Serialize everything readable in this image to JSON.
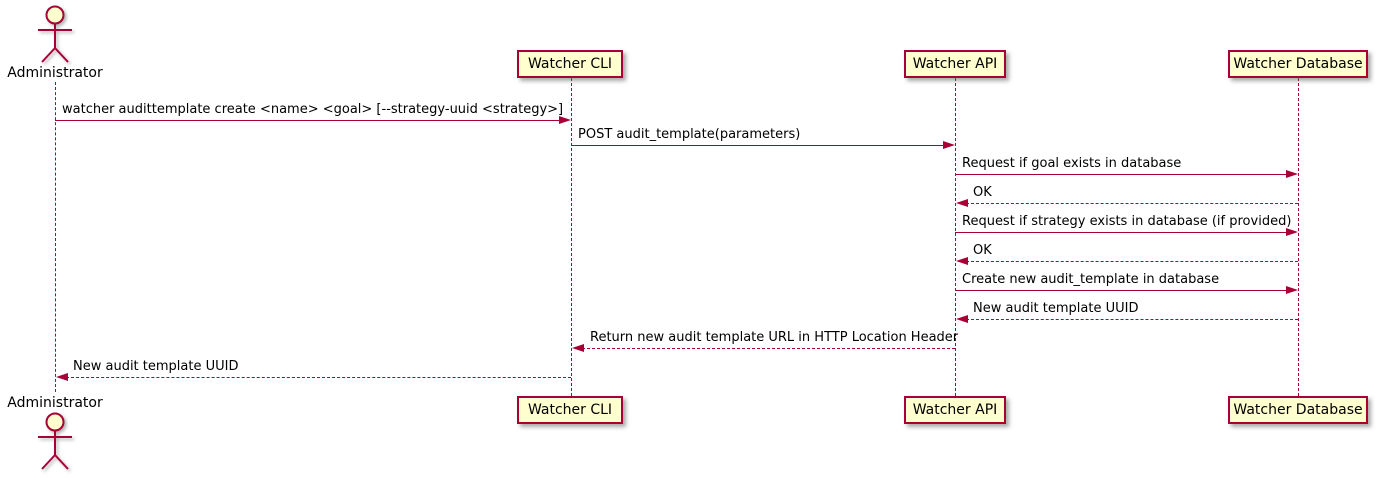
{
  "diagram": {
    "type": "sequence-diagram",
    "colors": {
      "line": "#A80036",
      "participant_fill": "#FEFECE",
      "participant_border": "#A80036",
      "text": "#000000",
      "background": "#FFFFFF"
    },
    "actor": {
      "name": "Administrator"
    },
    "participants": [
      {
        "label": "Watcher CLI"
      },
      {
        "label": "Watcher API"
      },
      {
        "label": "Watcher Database"
      }
    ],
    "messages": [
      {
        "from": "Administrator",
        "to": "Watcher CLI",
        "style": "solid",
        "direction": "right",
        "label": "watcher audittemplate create <name> <goal> [--strategy-uuid <strategy>]"
      },
      {
        "from": "Watcher CLI",
        "to": "Watcher API",
        "style": "solid",
        "direction": "right",
        "label": "POST audit_template(parameters)"
      },
      {
        "from": "Watcher API",
        "to": "Watcher Database",
        "style": "solid",
        "direction": "right",
        "label": "Request if goal exists in database"
      },
      {
        "from": "Watcher Database",
        "to": "Watcher API",
        "style": "dashed",
        "direction": "left",
        "label": "OK"
      },
      {
        "from": "Watcher API",
        "to": "Watcher Database",
        "style": "solid",
        "direction": "right",
        "label": "Request if strategy exists in database (if provided)"
      },
      {
        "from": "Watcher Database",
        "to": "Watcher API",
        "style": "dashed",
        "direction": "left",
        "label": "OK"
      },
      {
        "from": "Watcher API",
        "to": "Watcher Database",
        "style": "solid",
        "direction": "right",
        "label": "Create new audit_template in database"
      },
      {
        "from": "Watcher Database",
        "to": "Watcher API",
        "style": "dashed",
        "direction": "left",
        "label": "New audit template UUID"
      },
      {
        "from": "Watcher API",
        "to": "Watcher CLI",
        "style": "dashed",
        "direction": "left",
        "label": "Return new audit template URL in HTTP Location Header"
      },
      {
        "from": "Watcher CLI",
        "to": "Administrator",
        "style": "dashed",
        "direction": "left",
        "label": "New audit template UUID"
      }
    ]
  }
}
